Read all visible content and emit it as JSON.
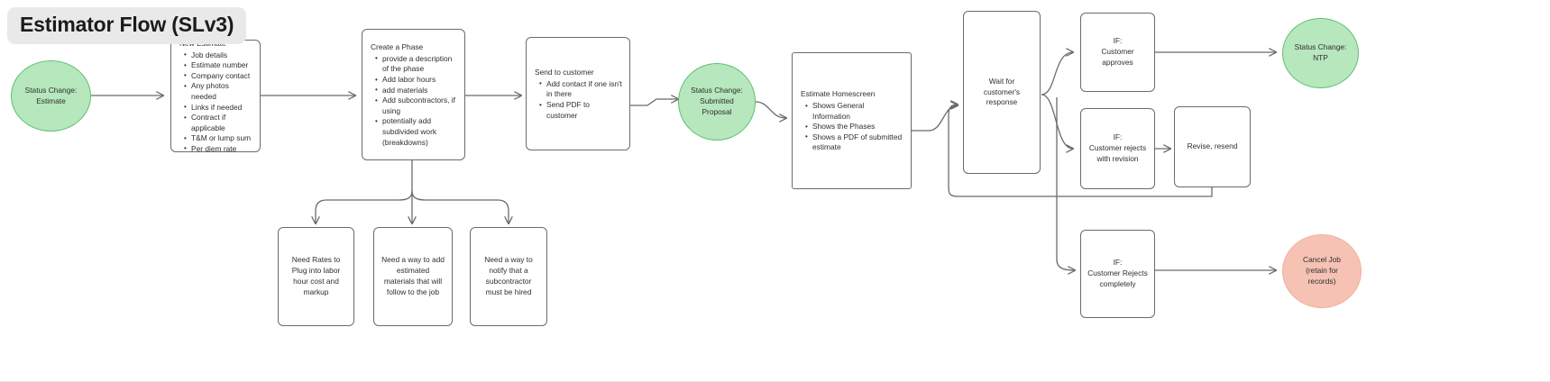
{
  "title": "Estimator Flow (SLv3)",
  "colors": {
    "edge": "#6b6b6b",
    "box_border": "#6b6b6b",
    "green_fill": "#b6e7bd",
    "green_border": "#5fbf72",
    "red_fill": "#f5c2b4",
    "red_border": "#f0b2a1",
    "title_chip_bg": "#e9e9e9",
    "text": "#2f2f2f",
    "canvas_bg": "#ffffff"
  },
  "nodes": {
    "status_estimate": {
      "shape": "ellipse",
      "line1": "Status Change:",
      "line2": "Estimate"
    },
    "new_estimate": {
      "shape": "box",
      "header": "New Estimate",
      "items": [
        "Job details",
        "Estimate number",
        "Company contact",
        "Any photos needed",
        "Links if needed",
        "Contract if applicable",
        "T&M or lump sum",
        "Per diem rate"
      ]
    },
    "create_phase": {
      "shape": "box",
      "header": "Create a Phase",
      "items": [
        "provide a description of the phase",
        "Add labor hours",
        "add materials",
        "Add subcontractors, if using",
        "potentially add subdivided work (breakdowns)"
      ]
    },
    "send_to_customer": {
      "shape": "box",
      "header": "Send to customer",
      "items": [
        "Add contact if one isn't in there",
        "Send PDF to customer"
      ]
    },
    "status_submitted": {
      "shape": "ellipse",
      "line1": "Status Change:",
      "line2": "Submitted",
      "line3": "Proposal"
    },
    "estimate_homescreen": {
      "shape": "box",
      "header": "Estimate Homescreen",
      "items": [
        "Shows General Information",
        "Shows the Phases",
        "Shows a PDF of submitted estimate"
      ]
    },
    "wait_response": {
      "shape": "box",
      "text": "Wait for customer's response"
    },
    "if_approves": {
      "shape": "box",
      "text": "IF:\nCustomer approves"
    },
    "status_ntp": {
      "shape": "ellipse",
      "line1": "Status Change:",
      "line2": "NTP"
    },
    "if_rejects_revision": {
      "shape": "box",
      "text": "IF:\nCustomer rejects with revision"
    },
    "revise_resend": {
      "shape": "box",
      "text": "Revise, resend"
    },
    "if_rejects_completely": {
      "shape": "box",
      "text": "IF:\nCustomer Rejects completely"
    },
    "cancel_job": {
      "shape": "ellipse",
      "line1": "Cancel Job",
      "line2": "(retain for",
      "line3": "records)"
    },
    "need_rates": {
      "shape": "box",
      "text": "Need Rates to Plug into labor hour cost and markup"
    },
    "need_materials": {
      "shape": "box",
      "text": "Need a way to add estimated materials that will follow to the job"
    },
    "need_subcontractor": {
      "shape": "box",
      "text": "Need a way to notify that a subcontractor must be hired"
    }
  },
  "edges": [
    {
      "from": "status_estimate",
      "to": "new_estimate"
    },
    {
      "from": "new_estimate",
      "to": "create_phase"
    },
    {
      "from": "create_phase",
      "to": "send_to_customer"
    },
    {
      "from": "send_to_customer",
      "to": "status_submitted"
    },
    {
      "from": "status_submitted",
      "to": "estimate_homescreen"
    },
    {
      "from": "estimate_homescreen",
      "to": "wait_response"
    },
    {
      "from": "wait_response",
      "to": "if_approves"
    },
    {
      "from": "wait_response",
      "to": "if_rejects_revision"
    },
    {
      "from": "wait_response",
      "to": "if_rejects_completely"
    },
    {
      "from": "if_approves",
      "to": "status_ntp"
    },
    {
      "from": "if_rejects_revision",
      "to": "revise_resend"
    },
    {
      "from": "revise_resend",
      "to": "wait_response"
    },
    {
      "from": "if_rejects_completely",
      "to": "cancel_job"
    },
    {
      "from": "create_phase",
      "to": "need_rates"
    },
    {
      "from": "create_phase",
      "to": "need_materials"
    },
    {
      "from": "create_phase",
      "to": "need_subcontractor"
    }
  ]
}
